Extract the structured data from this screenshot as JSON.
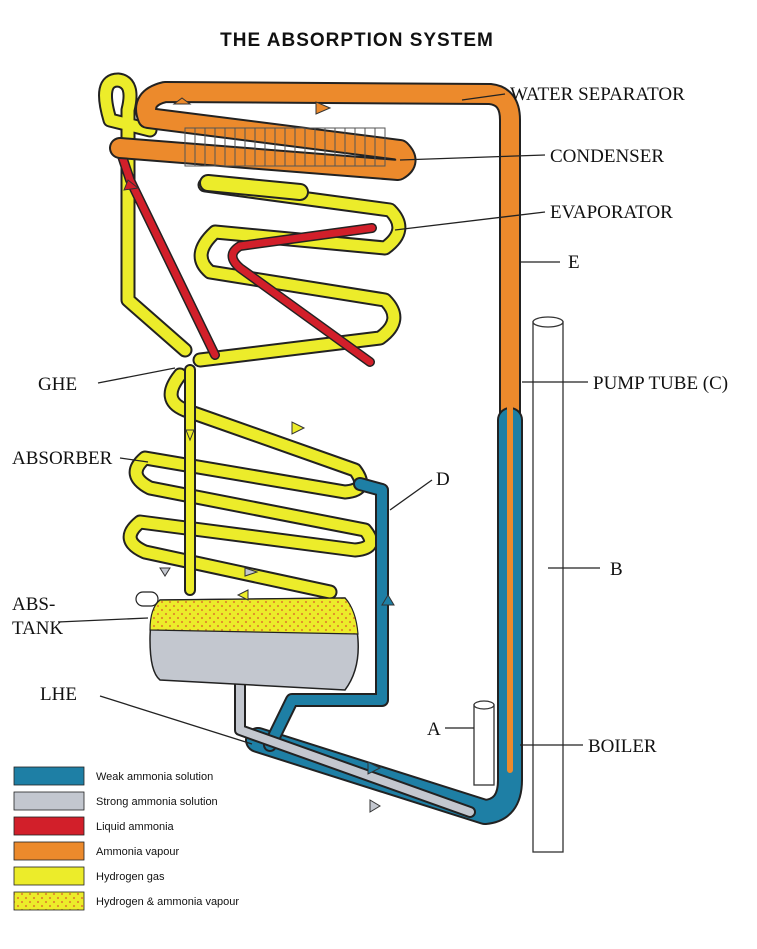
{
  "title": "THE ABSORPTION SYSTEM",
  "labels": {
    "water_separator": "WATER SEPARATOR",
    "condenser": "CONDENSER",
    "evaporator": "EVAPORATOR",
    "e": "E",
    "ghe": "GHE",
    "pump_tube": "PUMP TUBE (C)",
    "absorber": "ABSORBER",
    "d": "D",
    "b": "B",
    "abs_line1": "ABS-",
    "abs_line2": "TANK",
    "lhe": "LHE",
    "a": "A",
    "boiler": "BOILER"
  },
  "legend": [
    {
      "label": "Weak ammonia solution",
      "color": "#1e7fa5",
      "pattern": "solid"
    },
    {
      "label": "Strong ammonia solution",
      "color": "#c3c7cf",
      "pattern": "solid"
    },
    {
      "label": "Liquid ammonia",
      "color": "#d21f2a",
      "pattern": "solid"
    },
    {
      "label": "Ammonia vapour",
      "color": "#ec8a2c",
      "pattern": "solid"
    },
    {
      "label": "Hydrogen gas",
      "color": "#ecec2a",
      "pattern": "solid"
    },
    {
      "label": "Hydrogen & ammonia vapour",
      "color": "#ecec2a",
      "pattern": "dotted"
    }
  ],
  "colors": {
    "weak": "#1e7fa5",
    "strong": "#c3c7cf",
    "liquid": "#d21f2a",
    "vapour": "#ec8a2c",
    "hydrogen": "#ecec2a"
  }
}
